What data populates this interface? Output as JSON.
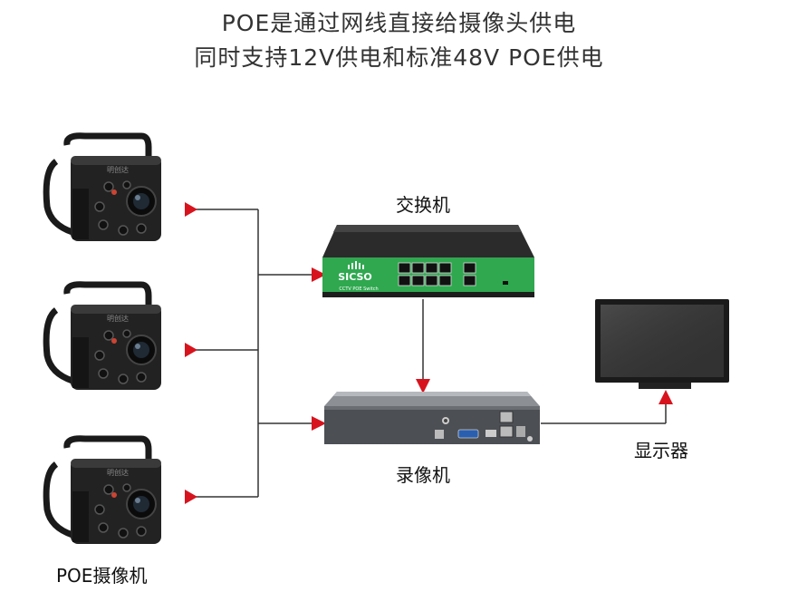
{
  "header": {
    "line1": "POE是通过网线直接给摄像头供电",
    "line2": "同时支持12V供电和标准48V POE供电"
  },
  "devices": {
    "switch_label": "交换机",
    "nvr_label": "录像机",
    "monitor_label": "显示器",
    "camera_label": "POE摄像机",
    "switch_brand": "SICSO",
    "switch_subtitle": "CCTV POE Switch",
    "camera_brand": "明创达"
  },
  "colors": {
    "arrow": "#d7141e",
    "line": "#333333",
    "switch_panel": "#2fa84f"
  }
}
